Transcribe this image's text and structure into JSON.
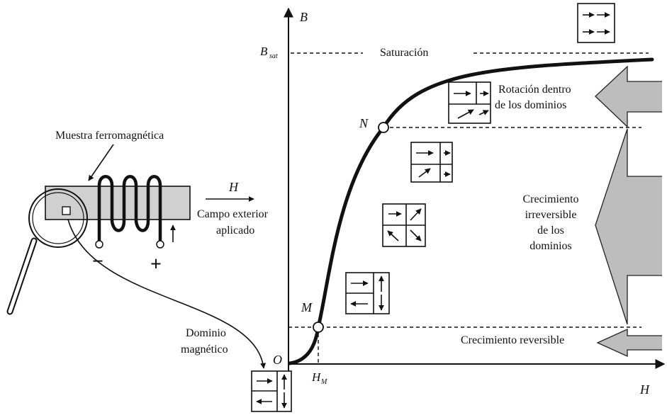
{
  "axes": {
    "y_label": "B",
    "x_label": "H",
    "origin_label": "O",
    "bsat_label": "B",
    "bsat_sub": "sat",
    "hm_label": "H",
    "hm_sub": "M"
  },
  "points": {
    "m_label": "M",
    "n_label": "N"
  },
  "labels": {
    "saturation": "Saturación",
    "rotation_line1": "Rotación dentro",
    "rotation_line2": "de los dominios",
    "irreversible_line1": "Crecimiento",
    "irreversible_line2": "irreversible",
    "irreversible_line3": "de los",
    "irreversible_line4": "dominios",
    "reversible": "Crecimiento reversible",
    "sample": "Muestra ferromagnética",
    "field_h": "H",
    "field_line1": "Campo exterior",
    "field_line2": "aplicado",
    "domain_line1": "Dominio",
    "domain_line2": "magnético",
    "minus": "−",
    "plus": "+"
  },
  "colors": {
    "ink": "#111111",
    "arrow_fill": "#bdbdbd",
    "sample_fill": "#d0d0d0"
  }
}
